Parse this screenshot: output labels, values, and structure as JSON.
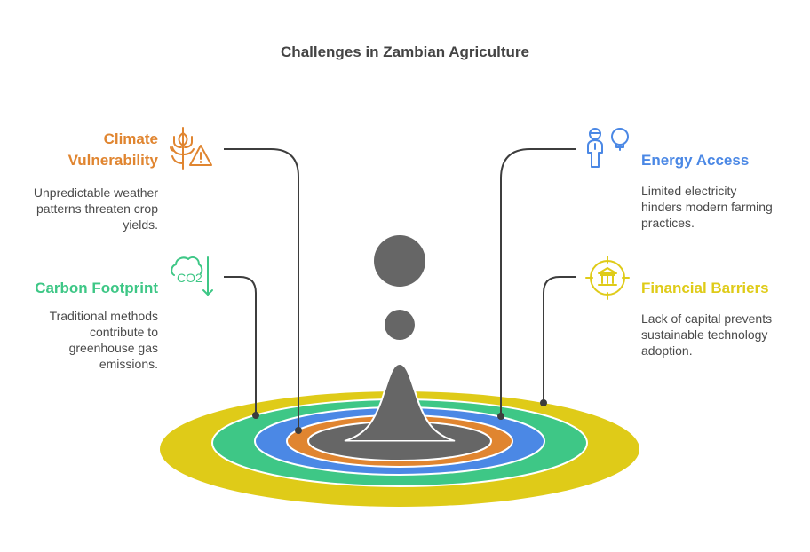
{
  "title": "Challenges in Zambian Agriculture",
  "colors": {
    "climate": "#E08530",
    "carbon": "#3EC786",
    "energy": "#4B88E5",
    "financial": "#DFCB18",
    "core": "#666666",
    "connector": "#3d3d3d"
  },
  "items": [
    {
      "id": "climate-vulnerability",
      "heading_line1": "Climate",
      "heading_line2": "Vulnerability",
      "description_lines": [
        "Unpredictable weather",
        "patterns threaten crop",
        "yields."
      ],
      "icon": "wheat-warning-icon"
    },
    {
      "id": "carbon-footprint",
      "heading": "Carbon Footprint",
      "description_lines": [
        "Traditional methods",
        "contribute to",
        "greenhouse gas",
        "emissions."
      ],
      "icon": "co2-cloud-down-icon",
      "icon_text": "CO2"
    },
    {
      "id": "energy-access",
      "heading": "Energy Access",
      "description_lines": [
        "Limited electricity",
        "hinders modern farming",
        "practices."
      ],
      "icon": "person-lightbulb-icon"
    },
    {
      "id": "financial-barriers",
      "heading": "Financial Barriers",
      "description_lines": [
        "Lack of capital prevents",
        "sustainable technology",
        "adoption."
      ],
      "icon": "bank-target-icon"
    }
  ]
}
